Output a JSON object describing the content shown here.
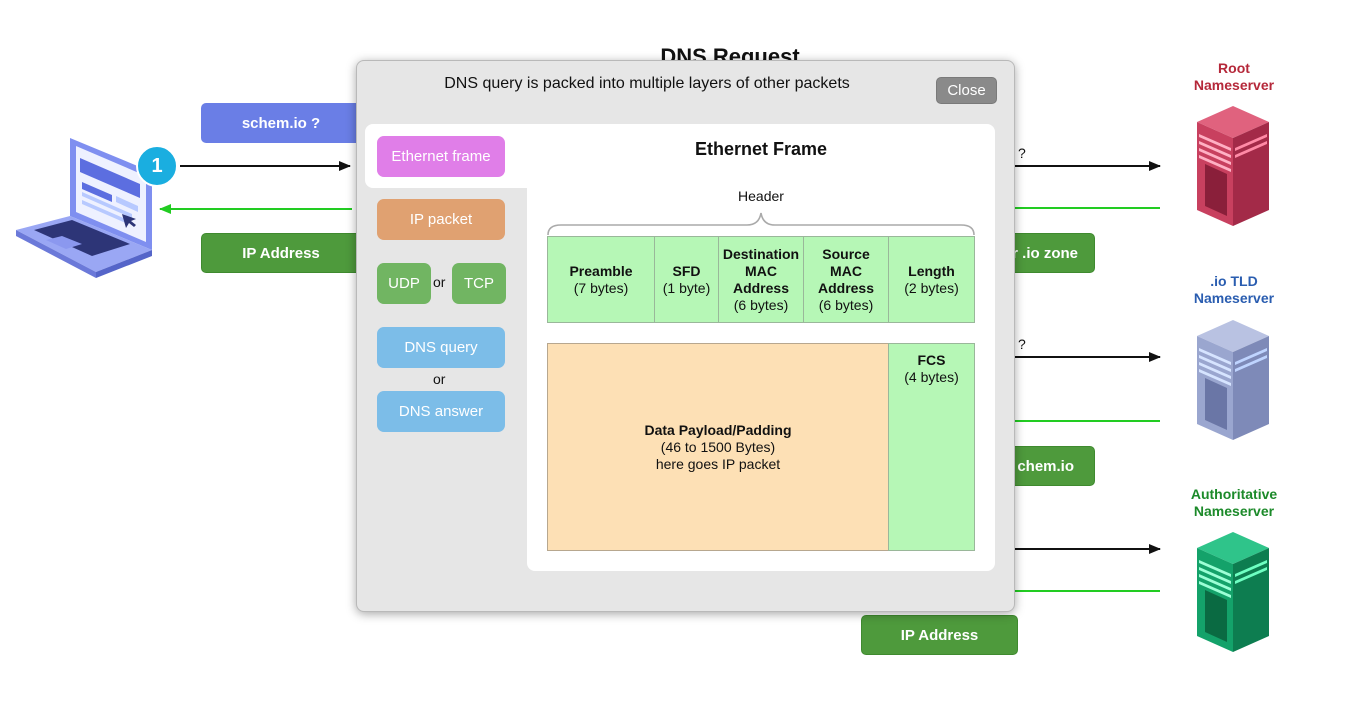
{
  "background": {
    "title_partial": "DNS Request",
    "query_pill": "schem.io ?",
    "ip_pill_left": "IP Address",
    "ip_pill_bottom": "IP Address",
    "zone_pill": "r .io zone",
    "schem_pill": "chem.io",
    "step_badge": "1",
    "question_marks": [
      "?",
      "?"
    ],
    "servers": [
      {
        "label": "Root\nNameserver",
        "color": "#b5283a"
      },
      {
        "label": ".io TLD\nNameserver",
        "color": "#2a5db0"
      },
      {
        "label": "Authoritative\nNameserver",
        "color": "#1c8a2a"
      }
    ],
    "colors": {
      "request_arrow": "#111111",
      "response_arrow": "#22cc22",
      "pill_blue": "#6a7ee6",
      "pill_green": "#4e9a3c"
    }
  },
  "modal": {
    "title": "DNS query is packed into multiple layers of other packets",
    "close_label": "Close",
    "layers": {
      "ethernet": "Ethernet frame",
      "ip": "IP packet",
      "udp": "UDP",
      "or1": "or",
      "tcp": "TCP",
      "dns_query": "DNS query",
      "or2": "or",
      "dns_answer": "DNS answer"
    },
    "layer_colors": {
      "ethernet": "#e07ee8",
      "ip": "#e0a171",
      "udp_tcp": "#71b562",
      "dns": "#7cbde8"
    },
    "frame": {
      "title": "Ethernet Frame",
      "header_label": "Header",
      "cells": [
        {
          "name": "Preamble",
          "size": "(7 bytes)"
        },
        {
          "name": "SFD",
          "size": "(1 byte)"
        },
        {
          "name": "Destination\nMAC\nAddress",
          "size": "(6 bytes)"
        },
        {
          "name": "Source\nMAC\nAddress",
          "size": "(6 bytes)"
        },
        {
          "name": "Length",
          "size": "(2 bytes)"
        }
      ],
      "payload": {
        "name": "Data Payload/Padding",
        "size": "(46 to 1500 Bytes)",
        "note": "here goes IP packet"
      },
      "fcs": {
        "name": "FCS",
        "size": "(4 bytes)"
      }
    }
  }
}
